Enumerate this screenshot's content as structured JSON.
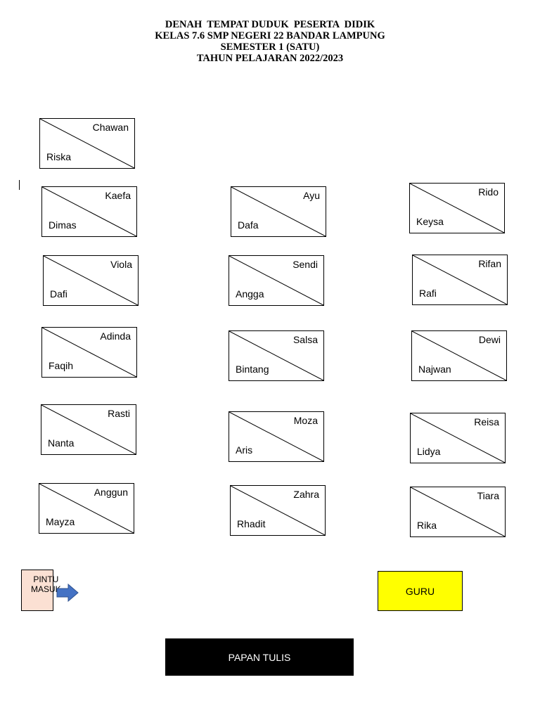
{
  "title_lines": [
    "DENAH  TEMPAT DUDUK  PESERTA  DIDIK",
    "KELAS 7.6 SMP NEGERI 22 BANDAR LAMPUNG",
    "SEMESTER 1 (SATU)",
    "TAHUN PELAJARAN 2022/2023"
  ],
  "desks": [
    {
      "top_right": "Chawan",
      "bottom_left": "Riska"
    },
    {
      "top_right": "Kaefa",
      "bottom_left": "Dimas"
    },
    {
      "top_right": "Ayu",
      "bottom_left": "Dafa"
    },
    {
      "top_right": "Rido",
      "bottom_left": "Keysa"
    },
    {
      "top_right": "Viola",
      "bottom_left": "Dafi"
    },
    {
      "top_right": "Sendi",
      "bottom_left": "Angga"
    },
    {
      "top_right": "Rifan",
      "bottom_left": "Rafi"
    },
    {
      "top_right": "Adinda",
      "bottom_left": "Faqih"
    },
    {
      "top_right": "Salsa",
      "bottom_left": "Bintang"
    },
    {
      "top_right": "Dewi",
      "bottom_left": "Najwan"
    },
    {
      "top_right": "Rasti",
      "bottom_left": "Nanta"
    },
    {
      "top_right": "Moza",
      "bottom_left": "Aris"
    },
    {
      "top_right": "Reisa",
      "bottom_left": "Lidya"
    },
    {
      "top_right": "Anggun",
      "bottom_left": "Mayza"
    },
    {
      "top_right": "Zahra",
      "bottom_left": "Rhadit"
    },
    {
      "top_right": "Tiara",
      "bottom_left": "Rika"
    }
  ],
  "door": {
    "line1": "PINTU",
    "line2": "MASUK"
  },
  "teacher_desk": "GURU",
  "board": "PAPAN TULIS",
  "colors": {
    "door_fill": "#fbe0d3",
    "teacher_fill": "#ffff00",
    "board_fill": "#000000",
    "arrow": "#4472c4"
  }
}
